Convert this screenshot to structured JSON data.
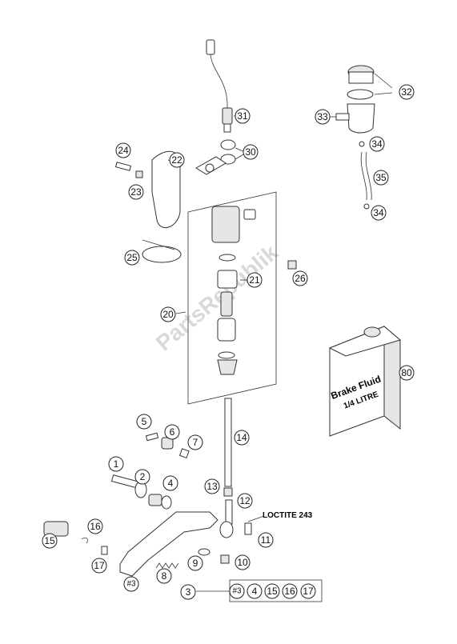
{
  "watermark": "PartsRepublik",
  "callouts": {
    "c1": "1",
    "c2": "2",
    "c3": "3",
    "c4": "4",
    "c5": "5",
    "c6": "6",
    "c7": "7",
    "c8": "8",
    "c9": "9",
    "c10": "10",
    "c11": "11",
    "c12": "12",
    "c13": "13",
    "c14": "14",
    "c15": "15",
    "c16": "16",
    "c17": "17",
    "c20": "20",
    "c21": "21",
    "c22": "22",
    "c23": "23",
    "c24": "24",
    "c25": "25",
    "c26": "26",
    "c30": "30",
    "c31": "31",
    "c32": "32",
    "c33": "33",
    "c34a": "34",
    "c34b": "34",
    "c35": "35",
    "c80": "80",
    "c3a": "#3",
    "c3b": "#3"
  },
  "kit": {
    "items": [
      "#3",
      "4",
      "15",
      "16",
      "17"
    ]
  },
  "loctite_label": "LOCTITE 243",
  "can": {
    "line1": "Brake Fluid",
    "line2": "1/4 LITRE"
  }
}
